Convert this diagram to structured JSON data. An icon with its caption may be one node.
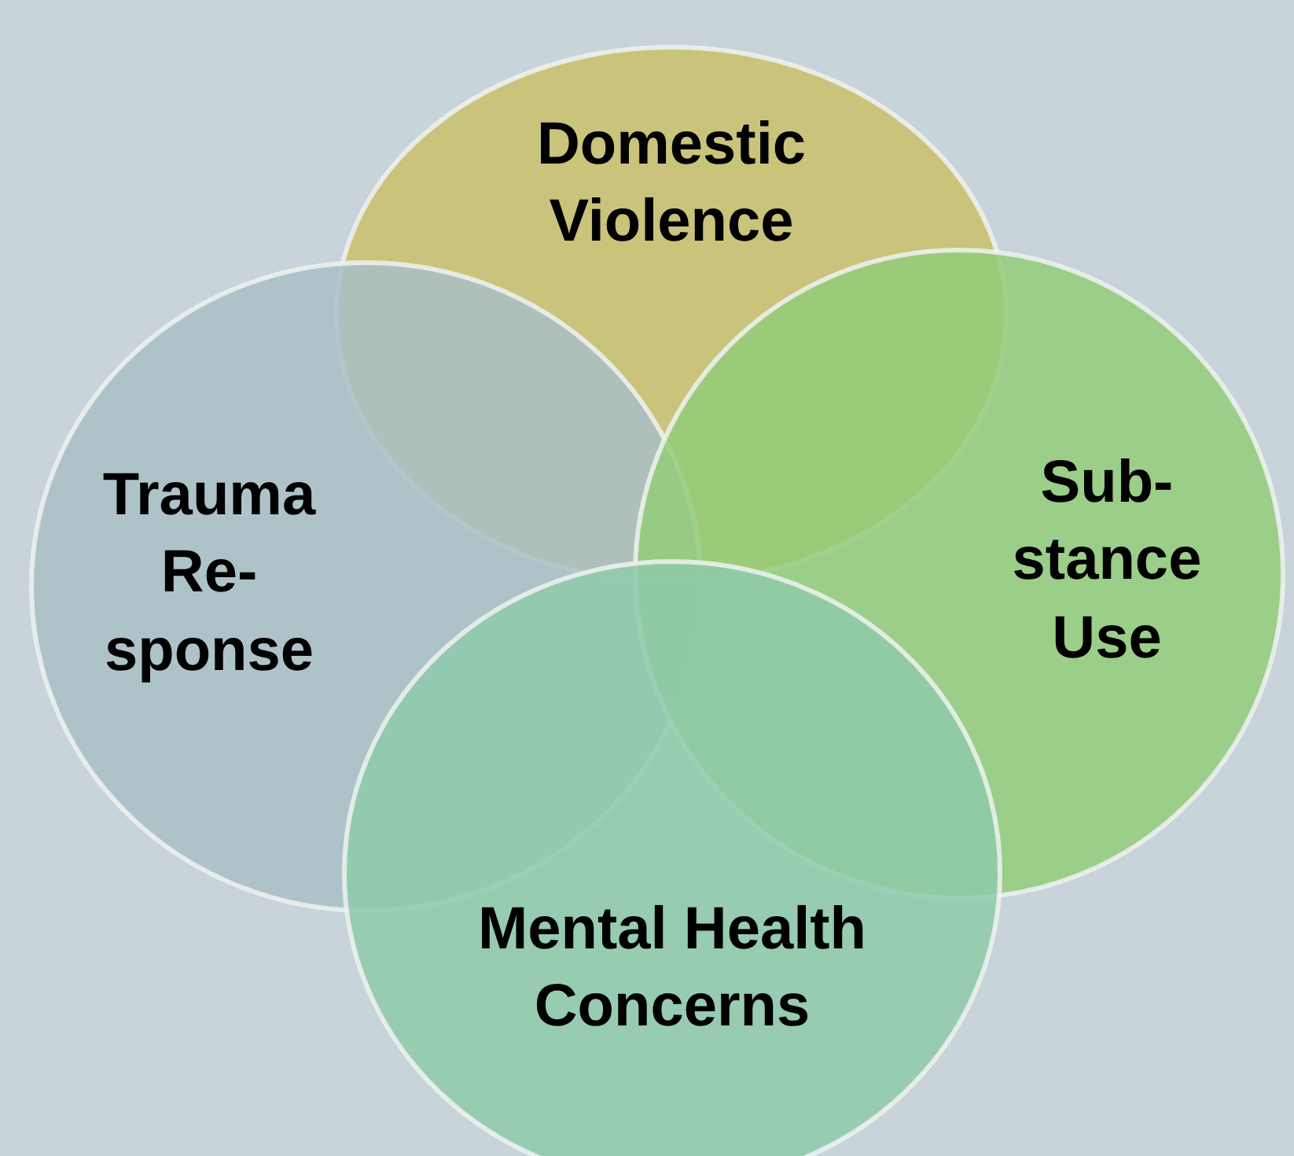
{
  "diagram": {
    "nodes": [
      {
        "text": [
          "Domestic Violence"
        ]
      },
      {
        "text": [
          "Trauma Re- sponse"
        ]
      },
      {
        "text": [
          "Sub- stance Use"
        ]
      },
      {
        "text": [
          "Mental Health Concerns"
        ]
      }
    ]
  }
}
